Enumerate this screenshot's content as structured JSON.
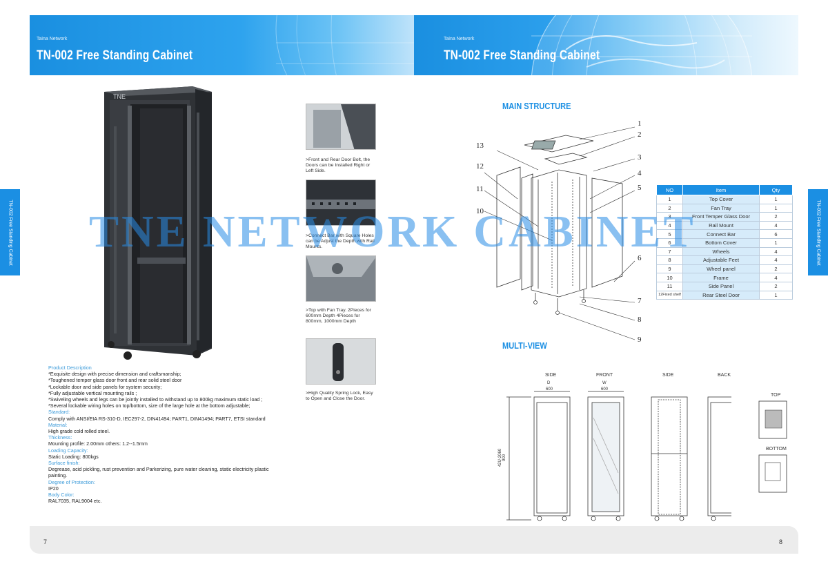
{
  "header": {
    "brand": "Taina Network",
    "title_left": "TN-002 Free Standing Cabinet",
    "title_right": "TN-002 Free Standing Cabinet"
  },
  "side_tab": "TN-002 Free Standing Cabinet",
  "cabinet_logo": "TNE",
  "watermark": "TNE NETWORK CABINET",
  "features": [
    ">Front and Rear Door Bolt, the Doors can be Installed Right or Left Side.",
    ">Connect Bar with Square Holes can be Adjust the Depth with Rail Mounts.",
    ">Top with Fan Tray. 2Pieces for 600mm Depth 4Pieces for 800mm, 1000mm Depth",
    ">High Quality Spring Lock, Easy to Open and Close the Door."
  ],
  "description": {
    "heading": "Product Description",
    "lines": [
      "*Exquisite design with precise dimension and craftsmanship;",
      "*Toughened temper glass door front and rear solid steel door",
      "*Lockable door and side panels for system security;",
      "*Fully adjustable vertical mounting rails ;",
      "*Swiveling wheels and legs can be jointly installed to withstand up to 800kg maximum static load ;",
      "*Several lockable wiring holes on top/bottom, size of the large hole at the bottom adjustable;"
    ],
    "standard_h": "Standard:",
    "standard": "Comply with ANSI/EIA RS-310-D, IEC297-2, DIN41494; PART1, DIN41494; PART7, ETSI standard",
    "material_h": "Material:",
    "material": "High grade cold rolled steel.",
    "thickness_h": "Thickness:",
    "thickness": "Mounting profile: 2.00mm others: 1.2--1.5mm",
    "loading_h": "Loading Capacity:",
    "loading": "Static Loading: 800kgs",
    "surface_h": "Surface finish:",
    "surface": "Degrease, acid pickling, rust prevention and Parkerizing, pure water cleaning, static electricity plastic painting.",
    "protection_h": "Degree of Protection:",
    "protection": "IP20",
    "color_h": "Body Color:",
    "color": "RAL7035, RAL9004 etc."
  },
  "main_structure": {
    "heading": "MAIN STRUCTURE",
    "callouts": [
      "1",
      "2",
      "3",
      "4",
      "5",
      "6",
      "7",
      "8",
      "9",
      "10",
      "11",
      "12",
      "13"
    ]
  },
  "parts_table": {
    "headers": [
      "NO",
      "Item",
      "Qty"
    ],
    "rows": [
      [
        "1",
        "Top Cover",
        "1"
      ],
      [
        "2",
        "Fan Tray",
        "1"
      ],
      [
        "3",
        "Front Temper Glass Door",
        "2"
      ],
      [
        "4",
        "Rail Mount",
        "4"
      ],
      [
        "5",
        "Connect Bar",
        "6"
      ],
      [
        "6",
        "Bottom Cover",
        "1"
      ],
      [
        "7",
        "Wheels",
        "4"
      ],
      [
        "8",
        "Adjustable Feet",
        "4"
      ],
      [
        "9",
        "Wheel panel",
        "2"
      ],
      [
        "10",
        "Frame",
        "4"
      ],
      [
        "11",
        "Side Panel",
        "2"
      ],
      [
        "12Fixed shelf",
        "Rear Steel Door",
        "1"
      ]
    ]
  },
  "multi_view": {
    "heading": "MULTI-VIEW",
    "labels": {
      "side1": "SIDE",
      "front": "FRONT",
      "side2": "SIDE",
      "back": "BACK",
      "top": "TOP",
      "bottom": "BOTTOM"
    },
    "dim_d": "D",
    "dim_w": "W",
    "dim_600a": "600",
    "dim_600b": "600",
    "dim_h": "42U-2060",
    "dim_h2": "900"
  },
  "pages": {
    "left": "7",
    "right": "8"
  },
  "colors": {
    "accent": "#1b8fe3",
    "heading_blue": "#3a9ad9",
    "table_item_bg": "#d6ebfa"
  }
}
